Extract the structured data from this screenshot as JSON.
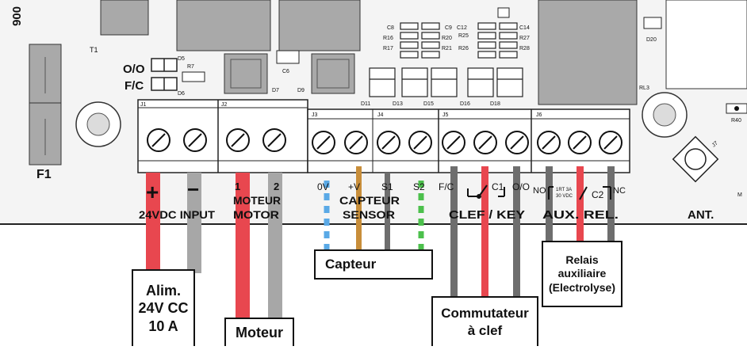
{
  "board": {
    "code": "006",
    "colors": {
      "board": "#f4f4f4",
      "outline": "#222222",
      "red": "#e8474f",
      "grey": "#a7a7a7",
      "dark": "#6e6e6e",
      "blue": "#5aa9e6",
      "orange": "#c88e3a",
      "green": "#4cc04c"
    },
    "silk": {
      "t1": "T1",
      "f1": "F1",
      "oo": "O/O",
      "fc": "F/C",
      "d5": "D5",
      "d6": "D6",
      "r7": "R7",
      "c6": "C6",
      "d7": "D7",
      "d9": "D9",
      "d11": "D11",
      "d13": "D13",
      "d15": "D15",
      "d16": "D16",
      "d18": "D18",
      "c8": "C8",
      "r16": "R16",
      "r17": "R17",
      "c9": "C9",
      "r20": "R20",
      "r21": "R21",
      "c12": "C12",
      "r25": "R25",
      "r26": "R26",
      "c14": "C14",
      "r27": "R27",
      "r28": "R28",
      "d20": "D20",
      "rl3": "RL3",
      "r40": "R40",
      "j7": "J7",
      "m": "M",
      "j1": "J1",
      "j2": "J2",
      "j3": "J3",
      "j4": "J4",
      "j5": "J5",
      "j6": "J6"
    },
    "terminals": {
      "plus": "+",
      "minus": "−",
      "input": "24VDC INPUT",
      "m1": "1",
      "m2": "2",
      "moteur": "MOTEUR",
      "motor": "MOTOR",
      "ov": "0V",
      "pv": "+V",
      "s1": "S1",
      "s2": "S2",
      "capteur": "CAPTEUR",
      "sensor": "SENSOR",
      "fc": "F/C",
      "c1": "C1",
      "oo": "O/O",
      "clef": "CLEF / KEY",
      "no": "NO",
      "rt": "1RT  3A",
      "vdc": "30 VDC",
      "c2": "C2",
      "nc": "NC",
      "aux": "AUX. REL.",
      "ant": "ANT."
    }
  },
  "labels": {
    "alim": [
      "Alim.",
      "24V CC",
      "10 A"
    ],
    "moteur": "Moteur",
    "capteur": "Capteur",
    "commutateur": [
      "Commutateur",
      "à clef"
    ],
    "relais": [
      "Relais",
      "auxiliaire",
      "(Electrolyse)"
    ]
  }
}
